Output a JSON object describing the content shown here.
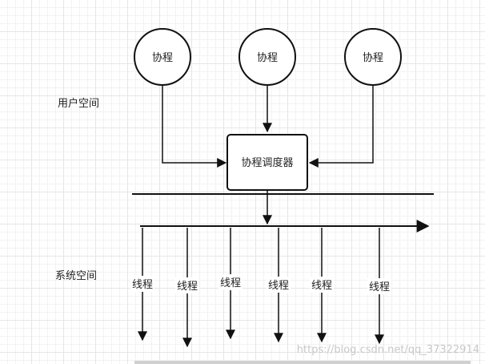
{
  "coroutines": [
    "协程",
    "协程",
    "协程"
  ],
  "scheduler": "协程调度器",
  "zones": {
    "user": "用户空间",
    "system": "系统空间"
  },
  "threads": [
    "线程",
    "线程",
    "线程",
    "线程",
    "线程",
    "线程"
  ],
  "watermark": "https://blog.csdn.net/qq_37322914",
  "colors": {
    "stroke": "#111111",
    "grid": "#e6e6e6",
    "watermark": "#c8c8c8"
  }
}
